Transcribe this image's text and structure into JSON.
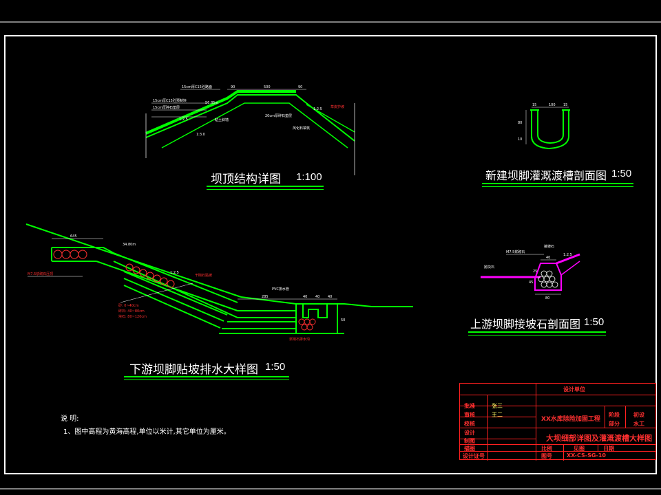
{
  "drawings": {
    "crest": {
      "title": "坝顶结构详图",
      "scale": "1:100",
      "labels": {
        "l1": "15cm厚C15砼路面",
        "l2": "15cm厚C15砼预制块",
        "l3": "15cm厚碎石垫层",
        "elev": "56.85m",
        "w1": "90",
        "w2": "500",
        "w3": "90",
        "slope_l": "1:2.5",
        "slope_r": "1:2.5",
        "slope_l2": "1:3.0",
        "fill": "粘土斜墙",
        "base": "20cm厚碎石垫层",
        "protect": "草皮护坡",
        "core": "风化料填筑"
      }
    },
    "trough": {
      "title": "新建坝脚灌溉渡槽剖面图",
      "scale": "1:50",
      "labels": {
        "t1": "15",
        "t2": "100",
        "t3": "15",
        "h1": "80",
        "h2": "10"
      }
    },
    "drain": {
      "title": "下游坝脚贴坡排水大样图",
      "scale": "1:50",
      "labels": {
        "w": "645",
        "elev": "34.80m",
        "stone": "干砌石贴坡",
        "slope": "1:2.5",
        "layer": "M7.5浆砌石压顶",
        "f1": "砂: 0~40cm",
        "f2": "碎石: 40~80cm",
        "f3": "块石: 80~120cm",
        "pipe": "PVC排水管",
        "d1": "285",
        "d2": "40",
        "d3": "40",
        "d4": "40",
        "d5": "50",
        "base": "浆砌石排水沟"
      }
    },
    "toe": {
      "title": "上游坝脚接坡石剖面图",
      "scale": "1:50",
      "labels": {
        "top": "M7.5浆砌石",
        "w": "40",
        "h": "45",
        "b": "80",
        "g": "25",
        "rock": "抛块石",
        "slope": "1:2.5",
        "toe": "接坡石"
      }
    }
  },
  "notes": {
    "heading": "说 明:",
    "items": [
      "1、图中高程为黄海高程,单位以米计,其它单位为厘米。"
    ]
  },
  "title_block": {
    "rows_left": [
      "批准",
      "审核",
      "校核",
      "设计",
      "制图",
      "描图",
      "设计证号"
    ],
    "names_left": [
      "张三",
      "王二",
      "",
      "",
      "",
      "",
      ""
    ],
    "unit_label": "设计单位",
    "project": "XX水库除险加固工程",
    "drawing_name": "大坝细部详图及灌溉渡槽大样图",
    "stage_label": "阶段",
    "stage_value": "初设",
    "dept_label": "部分",
    "dept_value": "水工",
    "scale_label": "比例",
    "scale_value": "见图",
    "date_label": "日期",
    "no_label": "图号",
    "no_value": "XX-CS-SG-10"
  },
  "colors": {
    "structure": "#00ff00",
    "secondary": "#ff00ff",
    "annotation": "#ff3030",
    "frame": "#ffffff",
    "block": "#ff2020",
    "text": "#ffffff"
  }
}
